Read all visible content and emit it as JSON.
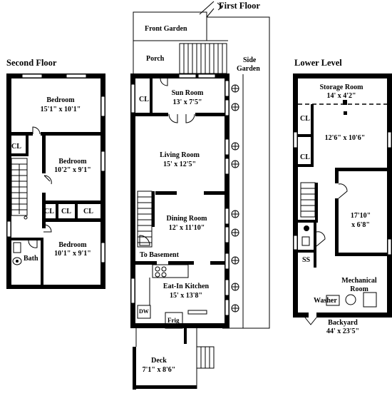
{
  "floors": {
    "second": {
      "title": "Second Floor",
      "rooms": [
        {
          "name": "Bedroom",
          "dims": "15'1\" x 10'1\""
        },
        {
          "name": "Bedroom",
          "dims": "10'2\" x 9'1\""
        },
        {
          "name": "Bedroom",
          "dims": "10'1\" x 9'1\""
        },
        {
          "name": "Bath",
          "dims": ""
        }
      ],
      "closets": [
        "CL",
        "CL",
        "CL",
        "CL"
      ]
    },
    "first": {
      "title": "First Floor",
      "front_garden": "Front Garden",
      "porch": "Porch",
      "side_garden_1": "Side",
      "side_garden_2": "Garden",
      "sun_room": {
        "name": "Sun Room",
        "dims": "13' x 7'5\""
      },
      "closet": "CL",
      "living_room": {
        "name": "Living Room",
        "dims": "15' x 12'5\""
      },
      "dining_room": {
        "name": "Dining Room",
        "dims": "12' x 11'10\""
      },
      "to_basement": "To Basement",
      "kitchen": {
        "name": "Eat-In Kitchen",
        "dims": "15' x 13'8\""
      },
      "dw": "DW",
      "frig": "Frig",
      "deck": {
        "name": "Deck",
        "dims": "7'1\" x 8'6\""
      }
    },
    "lower": {
      "title": "Lower Level",
      "storage": {
        "name": "Storage Room",
        "dims": "14' x 4'2\""
      },
      "main_dims": "12'6\" x 10'6\"",
      "room_dims_1": "17'10\"",
      "room_dims_2": "x 6'8\"",
      "closets": [
        "CL",
        "CL"
      ],
      "ss": "SS",
      "mechanical_1": "Mechanical",
      "mechanical_2": "Room",
      "washer": "Washer",
      "backyard": {
        "name": "Backyard",
        "dims": "44' x 23'5\""
      }
    }
  },
  "colors": {
    "wall": "#000000",
    "background": "#ffffff"
  }
}
